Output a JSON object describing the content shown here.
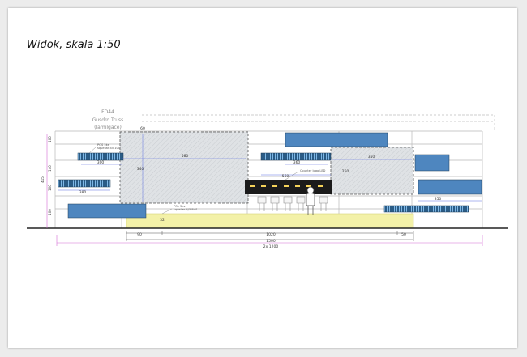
{
  "title": "Widok, skala 1:50",
  "top_note": {
    "line1": "FD44",
    "line2": "Gusdro Truss",
    "line3": "(lamilgace)"
  },
  "dimensions": {
    "left_heights": [
      "100",
      "140",
      "100",
      "100"
    ],
    "left_total": "415",
    "bottom_left_a": "90",
    "bottom_mid": "1020",
    "bottom_right_a": "50",
    "bottom_total": "1500",
    "bottom_overall": "2x 1200",
    "big_screen_width": "580",
    "big_screen_height": "340",
    "right_screen_width": "350",
    "right_screen_height": "250",
    "counter_width": "560",
    "left_shelf_top_width": "300",
    "left_shelf_mid_width": "380",
    "top_right_shelf_width": "360",
    "bottom_right_shelf_width": "350",
    "small_a": "60",
    "small_b": "32"
  },
  "annotations": {
    "left_shelf_note": "POS 5ks\nsquellar 45/100",
    "floor_note": "POL 5ks\nsqueller 4/5 R4S",
    "counter_note": "Counter logo LED"
  },
  "colors": {
    "shelf_blue": "#4e86bf",
    "shelf_dark": "#1e3a55",
    "counter": "#1b1b1b",
    "floor_highlight": "#f3f1a8",
    "screen_fill": "#d9dde0",
    "dim_blue": "#5b6fe0",
    "pink_line": "#d66bd6"
  }
}
